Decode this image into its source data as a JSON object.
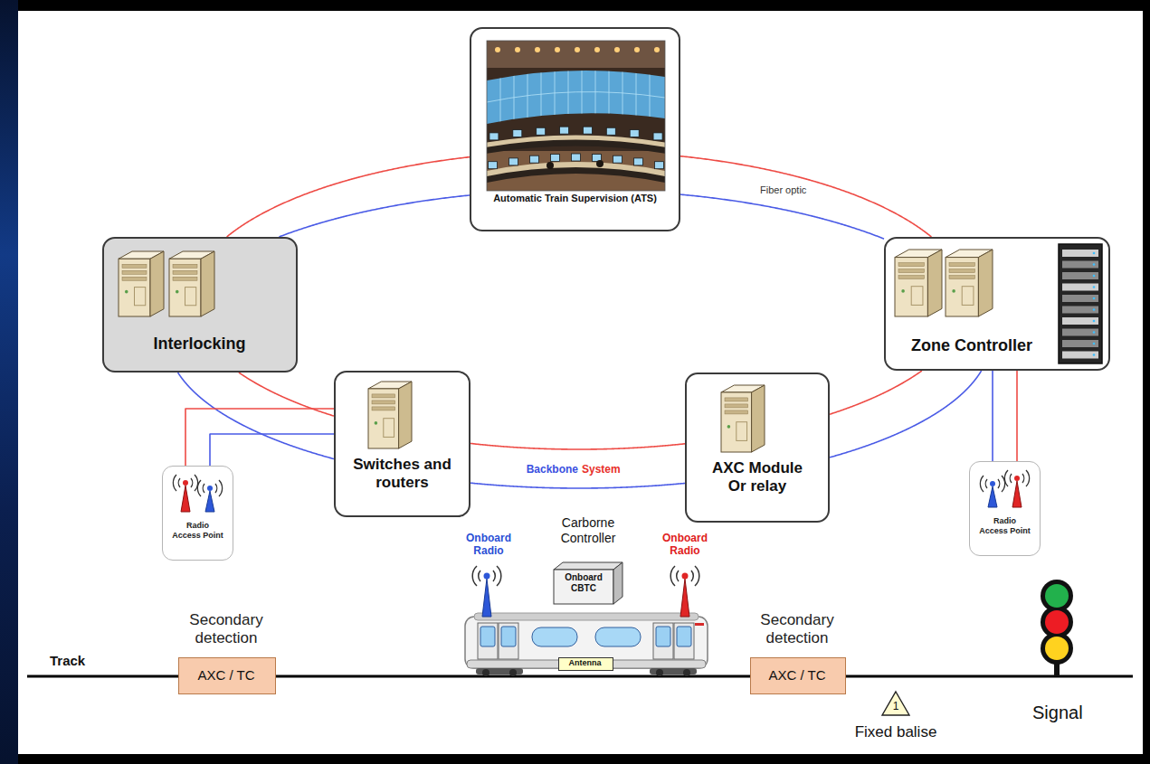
{
  "diagram": {
    "nodes": [
      {
        "text": [
          "Automatic Train Supervision (ATS)"
        ]
      },
      {
        "text": [
          "Interlocking"
        ]
      },
      {
        "text": [
          "Zone Controller"
        ]
      },
      {
        "text": [
          "Switches and routers"
        ]
      },
      {
        "text": [
          "AXC Module Or relay"
        ]
      },
      {
        "text": [
          "Radio Access Point"
        ]
      },
      {
        "text": [
          "Radio Access Point"
        ]
      },
      {
        "text": [
          "Carborne Controller",
          "Onboard CBTC"
        ]
      },
      {
        "text": [
          "Antenna"
        ]
      },
      {
        "text": [
          "Secondary detection",
          "AXC / TC"
        ]
      },
      {
        "text": [
          "Secondary detection",
          "AXC / TC"
        ]
      },
      {
        "text": [
          "1",
          "Fixed balise"
        ]
      }
    ],
    "edges": [
      {
        "from": 0,
        "to": 2,
        "arrow": "none",
        "label": "Fiber optic"
      },
      {
        "from": 2,
        "to": 4,
        "arrow": "none"
      },
      {
        "from": 4,
        "to": 3,
        "arrow": "none"
      },
      {
        "from": 3,
        "to": 1,
        "arrow": "none"
      },
      {
        "from": 1,
        "to": 0,
        "arrow": "none"
      },
      {
        "from": 5,
        "to": 3,
        "arrow": "none"
      },
      {
        "from": 6,
        "to": 2,
        "arrow": "none"
      }
    ],
    "labels": [
      "Backbone",
      "System",
      "Onboard Radio",
      "Onboard Radio",
      "Track",
      "Signal"
    ]
  }
}
